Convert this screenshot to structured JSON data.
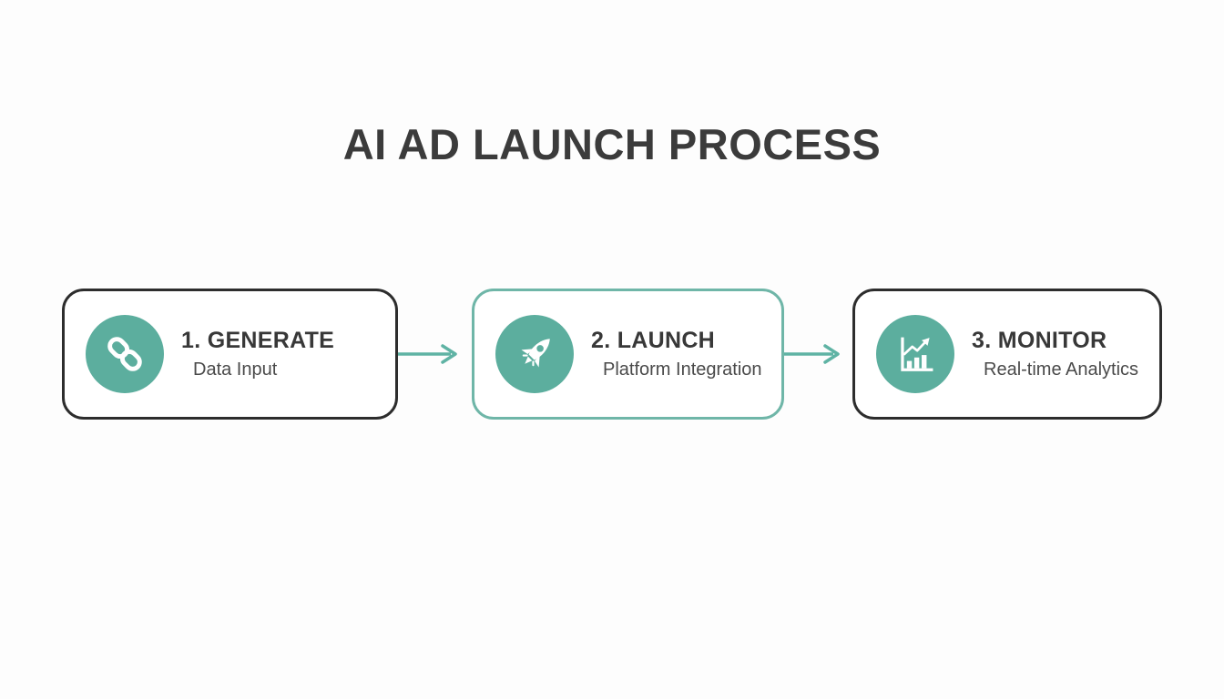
{
  "title": "AI AD LAUNCH PROCESS",
  "steps": [
    {
      "label": "1. GENERATE",
      "sublabel": "Data Input",
      "icon": "chain-link-icon",
      "border_style": "dark"
    },
    {
      "label": "2. LAUNCH",
      "sublabel": "Platform Integration",
      "icon": "rocket-icon",
      "border_style": "teal"
    },
    {
      "label": "3. MONITOR",
      "sublabel": "Real-time Analytics",
      "icon": "bar-chart-trend-icon",
      "border_style": "dark"
    }
  ],
  "colors": {
    "accent_teal": "#5cae9e",
    "teal_border": "#6fb6a8",
    "arrow_teal": "#5fb3a4",
    "card_border_dark": "#2d2d2d",
    "title_text": "#3b3b3b",
    "step_label_text": "#383838",
    "step_sublabel_text": "#4a4a4a",
    "icon_glyph": "#ffffff",
    "background": "#fdfdfd"
  }
}
